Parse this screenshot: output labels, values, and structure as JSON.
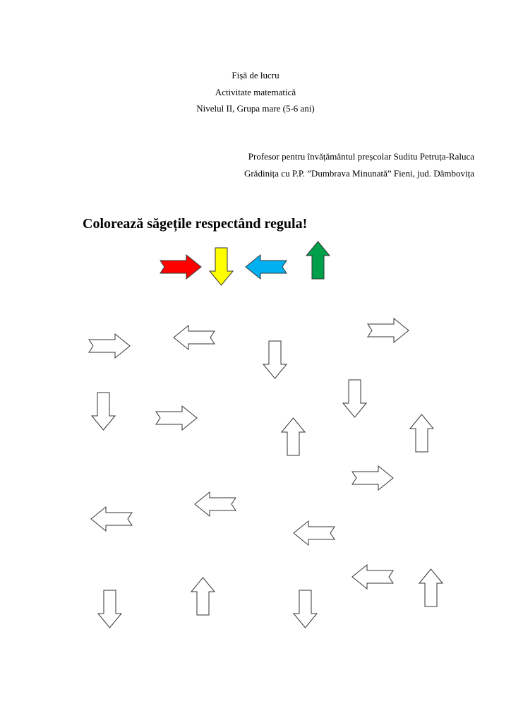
{
  "header": {
    "line1": "Fișă de lucru",
    "line2": "Activitate matematică",
    "line3": "Nivelul II, Grupa mare (5-6 ani)"
  },
  "author": {
    "teacher": "Profesor pentru învățământul preșcolar Suditu Petruța-Raluca",
    "school": "Grădinița cu P.P. ”Dumbrava Minunată” Fieni, jud. Dâmbovița"
  },
  "task": {
    "title": "Colorează săgețile respectând regula!"
  },
  "legend": [
    {
      "direction": "right",
      "color": "#ff0000"
    },
    {
      "direction": "down",
      "color": "#ffff00"
    },
    {
      "direction": "left",
      "color": "#00b0f0"
    },
    {
      "direction": "up",
      "color": "#00a04a"
    }
  ],
  "arrows": [
    {
      "direction": "right"
    },
    {
      "direction": "left"
    },
    {
      "direction": "down"
    },
    {
      "direction": "right"
    },
    {
      "direction": "down"
    },
    {
      "direction": "right"
    },
    {
      "direction": "down"
    },
    {
      "direction": "up"
    },
    {
      "direction": "up"
    },
    {
      "direction": "right"
    },
    {
      "direction": "left"
    },
    {
      "direction": "left"
    },
    {
      "direction": "left"
    },
    {
      "direction": "left"
    },
    {
      "direction": "up"
    },
    {
      "direction": "down"
    },
    {
      "direction": "up"
    },
    {
      "direction": "down"
    }
  ]
}
